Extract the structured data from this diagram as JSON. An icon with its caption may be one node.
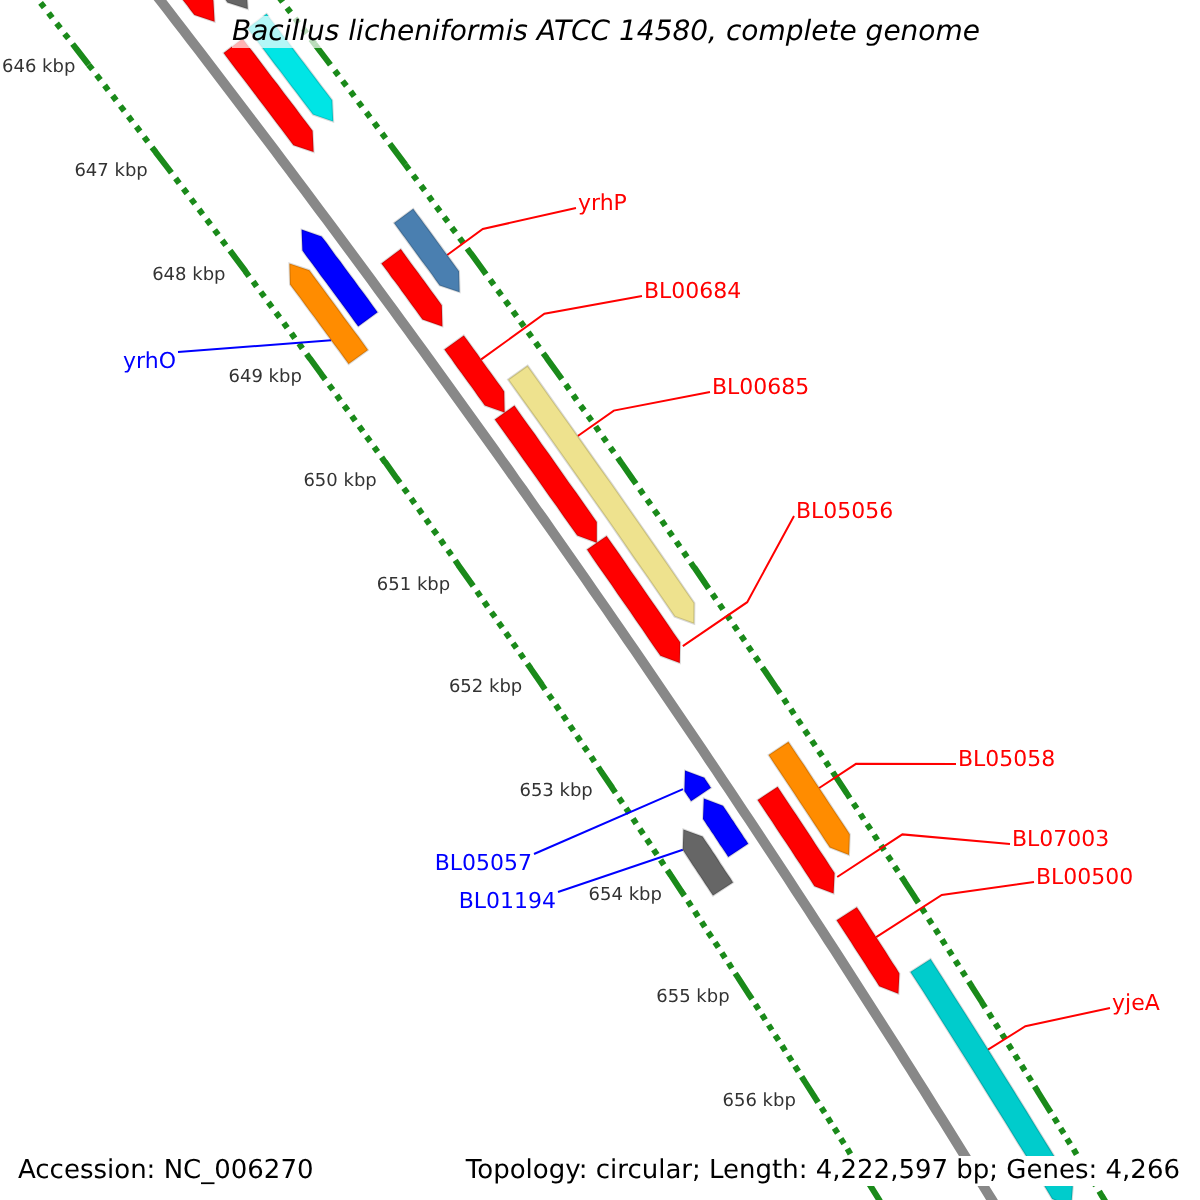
{
  "diagram": {
    "title": "Bacillus licheniformis ATCC 14580, complete genome",
    "nodes": [
      {
        "text": [],
        "shape": "bar"
      },
      {
        "text": [],
        "shape": "bar"
      },
      {
        "text": [],
        "shape": "bar"
      },
      {
        "text": [],
        "shape": "bar"
      },
      {
        "text": [
          "yrhO"
        ]
      },
      {
        "text": [],
        "shape": "bar"
      },
      {
        "text": [],
        "shape": "bar"
      },
      {
        "text": [
          "yrhP"
        ]
      },
      {
        "text": [],
        "shape": "bar"
      },
      {
        "text": [],
        "shape": "bar"
      },
      {
        "text": [
          "BL00684"
        ]
      },
      {
        "text": [],
        "shape": "bar"
      },
      {
        "text": [
          "BL00685"
        ]
      },
      {
        "text": [],
        "shape": "bar"
      },
      {
        "text": [],
        "shape": "bar"
      },
      {
        "text": [
          "BL05056"
        ]
      },
      {
        "text": [],
        "shape": "bar"
      },
      {
        "text": [
          "BL05057"
        ]
      },
      {
        "text": [],
        "shape": "bar"
      },
      {
        "text": [],
        "shape": "bar"
      },
      {
        "text": [
          "BL01194"
        ]
      },
      {
        "text": [],
        "shape": "bar"
      },
      {
        "text": [
          "BL05058"
        ]
      },
      {
        "text": [],
        "shape": "bar"
      },
      {
        "text": [
          "BL07003"
        ]
      },
      {
        "text": [],
        "shape": "bar"
      },
      {
        "text": [
          "BL00500"
        ]
      },
      {
        "text": [],
        "shape": "bar"
      },
      {
        "text": [
          "yjeA"
        ]
      },
      {
        "text": [],
        "shape": "bar"
      }
    ],
    "edges": [
      {
        "from": 4,
        "to": 5,
        "arrow": "none",
        "color": "#0000ff"
      },
      {
        "from": 7,
        "to": 8,
        "arrow": "none"
      },
      {
        "from": 10,
        "to": 11,
        "arrow": "none"
      },
      {
        "from": 12,
        "to": 13,
        "arrow": "none"
      },
      {
        "from": 15,
        "to": 16,
        "arrow": "none"
      },
      {
        "from": 17,
        "to": 18,
        "arrow": "none",
        "color": "#0000ff"
      },
      {
        "from": 20,
        "to": 21,
        "arrow": "none",
        "color": "#0000ff"
      },
      {
        "from": 22,
        "to": 23,
        "arrow": "none"
      },
      {
        "from": 24,
        "to": 25,
        "arrow": "none"
      },
      {
        "from": 26,
        "to": 27,
        "arrow": "none"
      },
      {
        "from": 28,
        "to": 29,
        "arrow": "none"
      }
    ],
    "labels": [
      "646 kbp",
      "647 kbp",
      "648 kbp",
      "649 kbp",
      "650 kbp",
      "651 kbp",
      "652 kbp",
      "653 kbp",
      "654 kbp",
      "655 kbp",
      "656 kbp",
      "Accession: NC_006270",
      "Topology: circular; Length: 4,222,597 bp; Genes: 4,266"
    ]
  }
}
